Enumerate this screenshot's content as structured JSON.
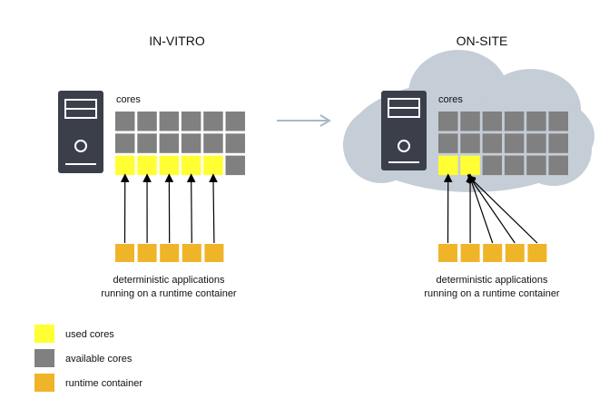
{
  "titles": {
    "left": "IN-VITRO",
    "right": "ON-SITE"
  },
  "cores_label": "cores",
  "caption": {
    "line1": "deterministic applications",
    "line2": "running on a runtime container"
  },
  "legend": [
    {
      "label": "used cores",
      "color": "#ffff33"
    },
    {
      "label": "available cores",
      "color": "#808080"
    },
    {
      "label": "runtime container",
      "color": "#f0b429"
    }
  ],
  "colors": {
    "used": "#ffff33",
    "available": "#808080",
    "container": "#f0b429",
    "server": "#3b3f4a",
    "cloud": "#c5cdd6",
    "arrow": "#a9b8c4"
  },
  "in_vitro": {
    "core_rows": 3,
    "core_cols": 6,
    "used_cores": 5,
    "containers": 5
  },
  "on_site": {
    "core_rows": 3,
    "core_cols": 6,
    "used_cores": 2,
    "containers": 5
  }
}
